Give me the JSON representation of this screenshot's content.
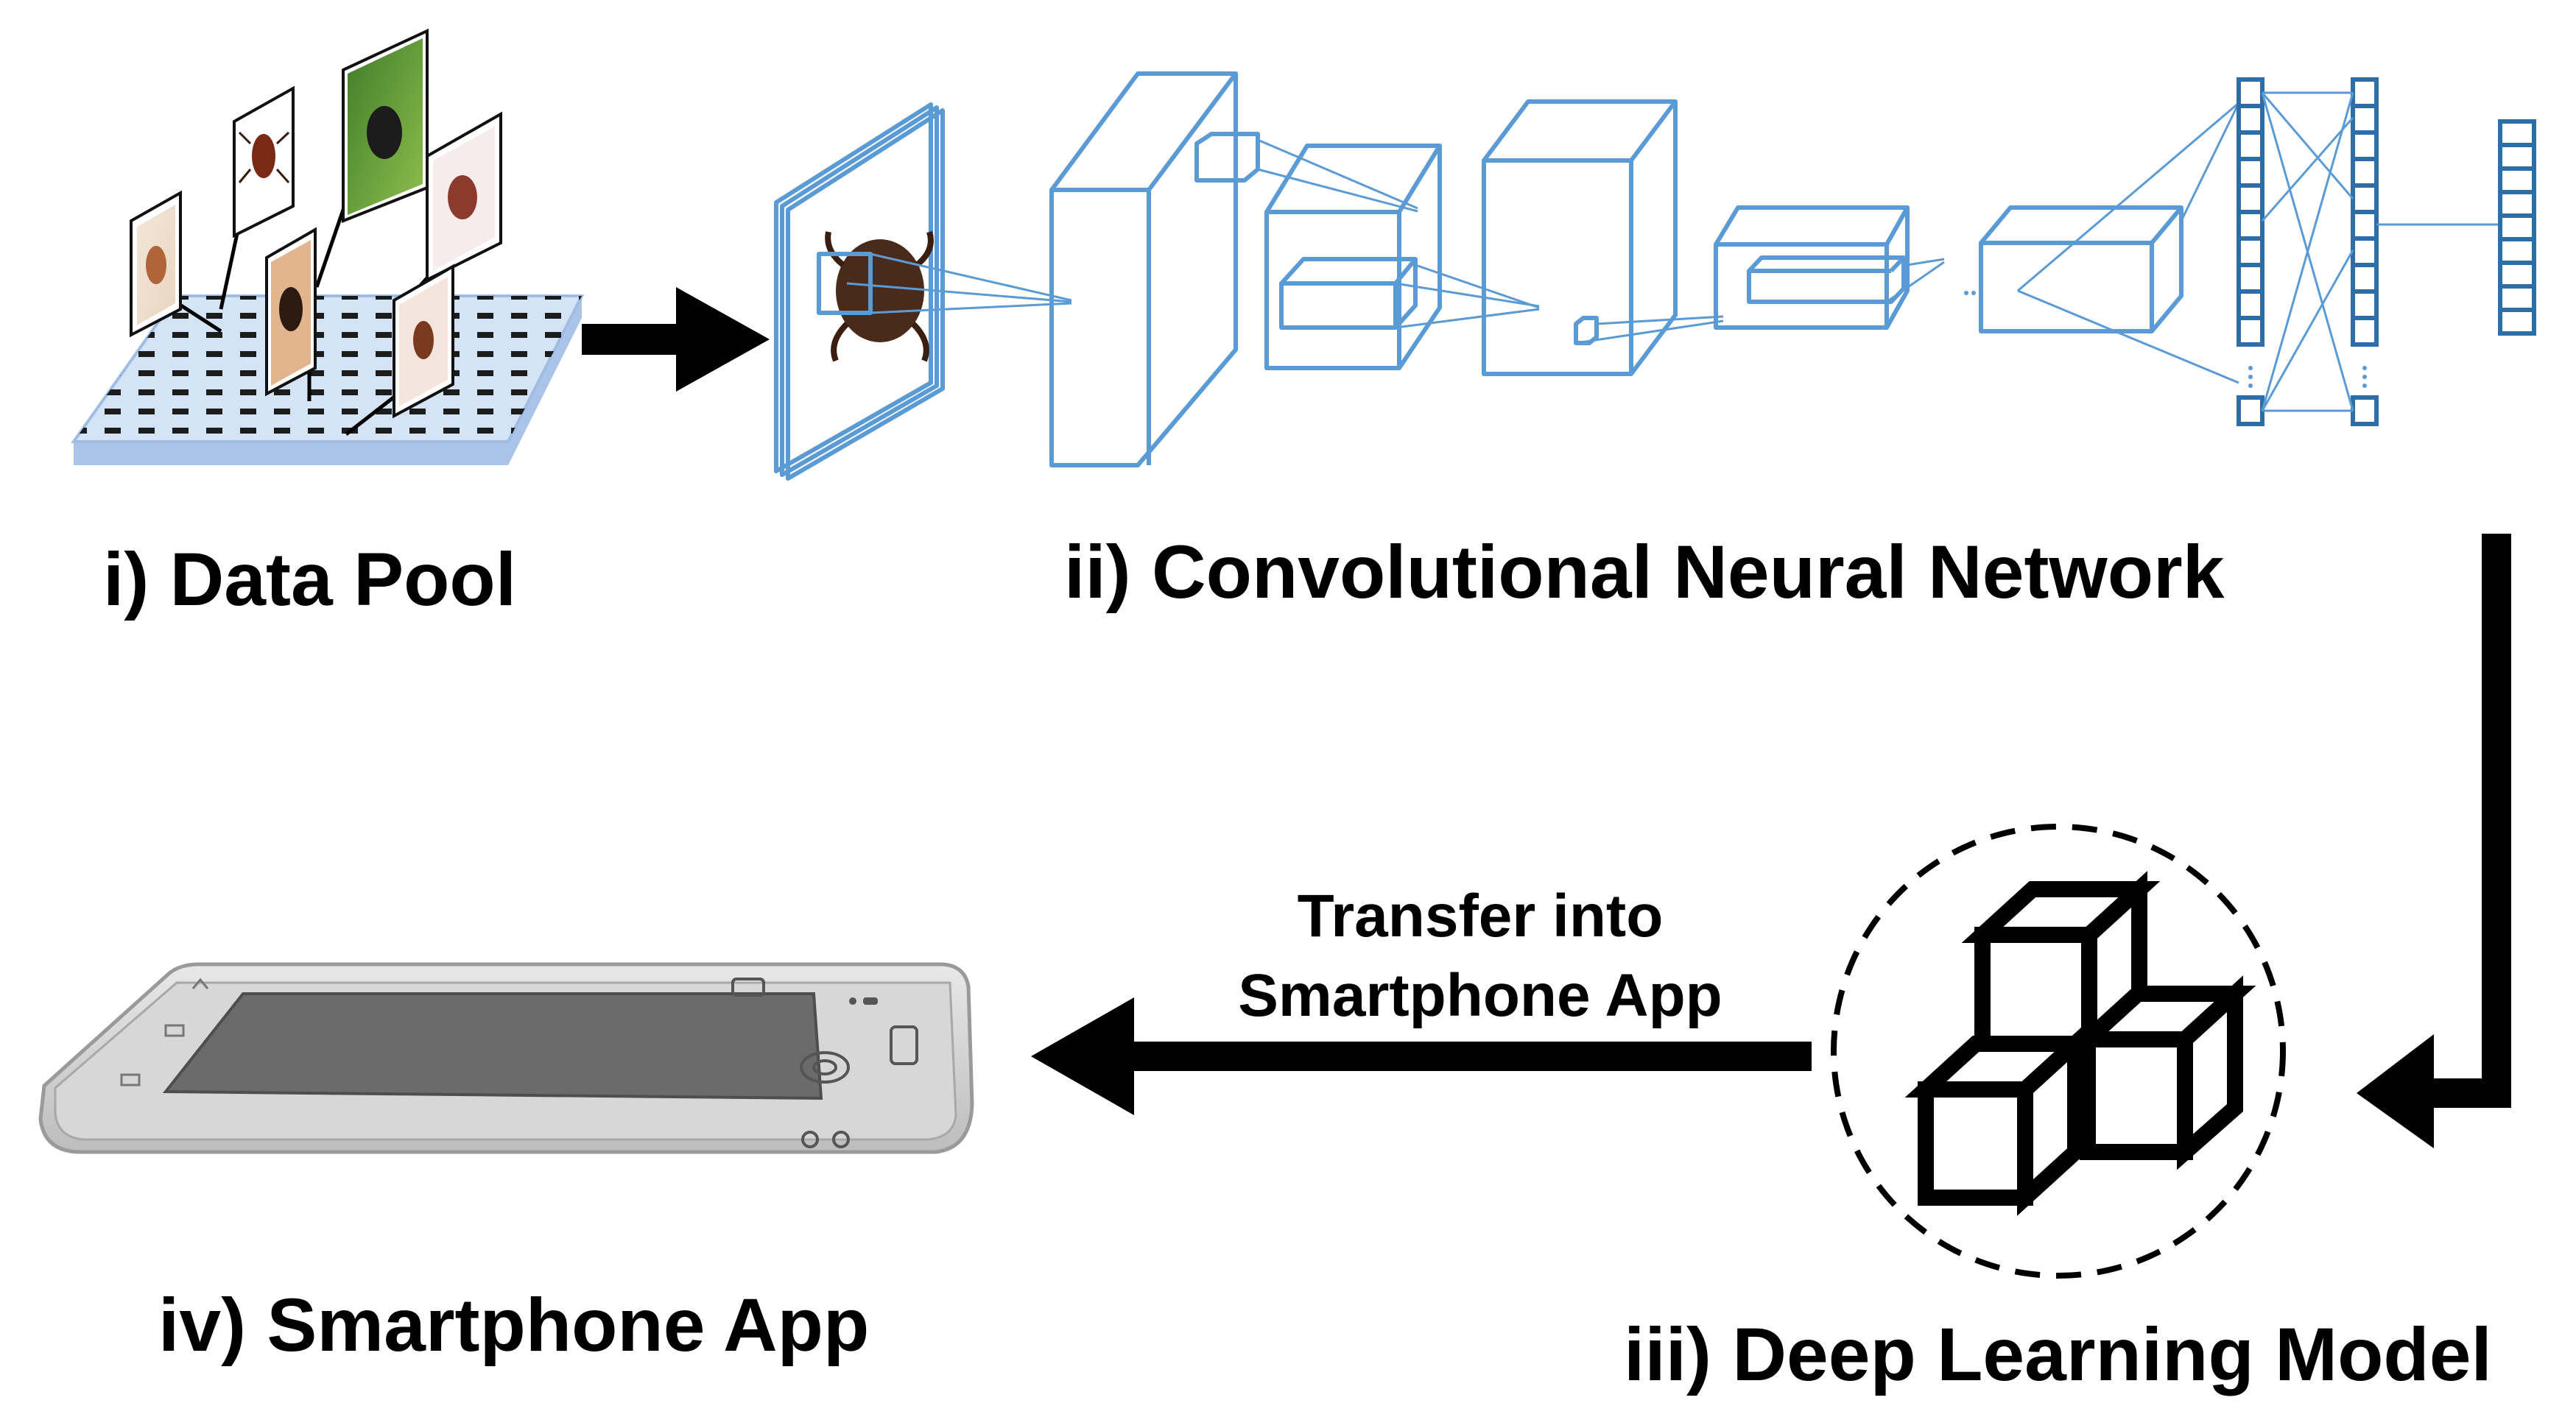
{
  "stages": {
    "data_pool": "i) Data Pool",
    "cnn": "ii) Convolutional Neural Network",
    "model": "iii) Deep Learning Model",
    "app": "iv) Smartphone App"
  },
  "transfer_label": {
    "line1": "Transfer into",
    "line2": "Smartphone App"
  },
  "icons": {
    "data_pool": "tick-image-grid-icon",
    "cnn": "neural-network-icon",
    "model": "stacked-cubes-icon",
    "app": "smartphone-icon"
  },
  "colors": {
    "cnn_lines": "#5b9bd5",
    "pool_grid": "#c9dcf2",
    "arrows": "#000000"
  }
}
